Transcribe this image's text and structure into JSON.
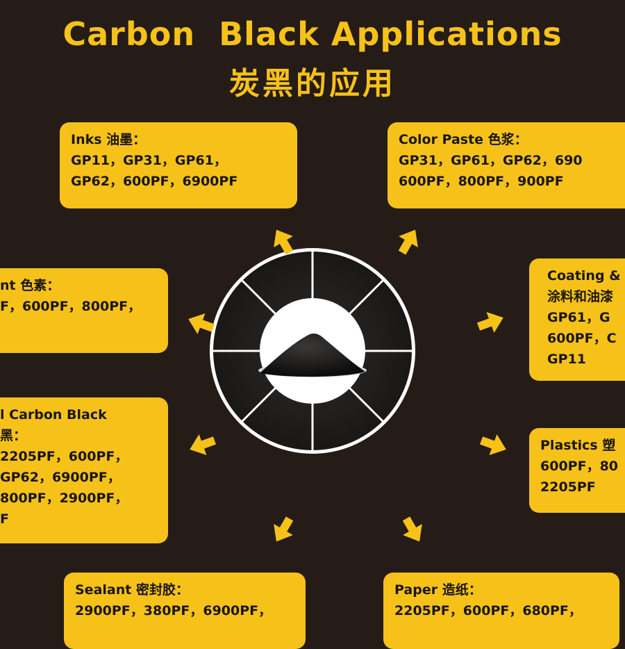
{
  "title": {
    "en": "Carbon  Black Applications",
    "cn": "炭黑的应用"
  },
  "boxes": {
    "inks": {
      "heading": "Inks 油墨：",
      "lines": [
        "GP11，GP31，GP61，",
        "GP62，600PF，6900PF"
      ]
    },
    "color_paste": {
      "heading": "Color Paste 色浆：",
      "lines": [
        "GP31，GP61，GP62，690",
        "600PF，800PF，900PF"
      ]
    },
    "pigment": {
      "heading": "nt 色素：",
      "lines": [
        "F，600PF，800PF，"
      ]
    },
    "coating": {
      "heading": "Coating &",
      "lines": [
        "涂料和油漆",
        "GP61，G",
        "600PF，C",
        "GP11"
      ]
    },
    "conductive": {
      "heading": "l Carbon Black",
      "lines": [
        "黑：",
        "2205PF，600PF，",
        "GP62，6900PF，",
        "800PF，2900PF，",
        "F"
      ]
    },
    "plastics": {
      "heading": "Plastics 塑",
      "lines": [
        "600PF，80",
        "2205PF"
      ]
    },
    "sealant": {
      "heading": "Sealant 密封胶：",
      "lines": [
        "2900PF，380PF，6900PF，"
      ]
    },
    "paper": {
      "heading": "Paper 造纸：",
      "lines": [
        "2205PF，600PF，680PF，"
      ]
    }
  },
  "colors": {
    "background": "#251c18",
    "accent": "#f6c21a",
    "text_dark": "#1a1612"
  },
  "icons": {
    "hub": "carbon-black-powder-pile",
    "arrows": "radial-arrow-icon"
  }
}
